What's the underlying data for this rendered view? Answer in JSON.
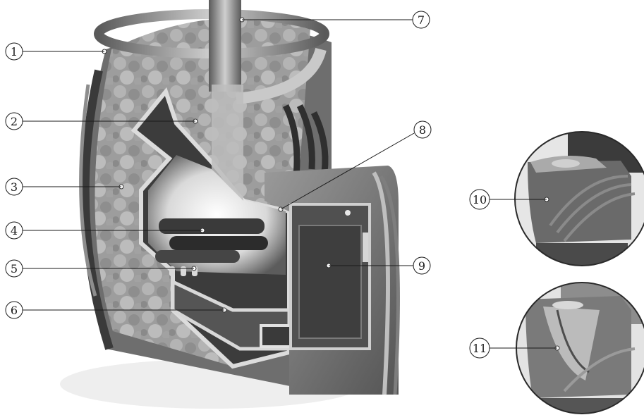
{
  "figure": {
    "subject": "sauna stove cutaway",
    "callouts": [
      {
        "id": "1",
        "label": "1"
      },
      {
        "id": "2",
        "label": "2"
      },
      {
        "id": "3",
        "label": "3"
      },
      {
        "id": "4",
        "label": "4"
      },
      {
        "id": "5",
        "label": "5"
      },
      {
        "id": "6",
        "label": "6"
      },
      {
        "id": "7",
        "label": "7"
      },
      {
        "id": "8",
        "label": "8"
      },
      {
        "id": "9",
        "label": "9"
      },
      {
        "id": "10",
        "label": "10"
      },
      {
        "id": "11",
        "label": "11"
      }
    ]
  },
  "colors": {
    "background": "#ffffff",
    "steel_dark": "#4a4a4a",
    "steel_mid": "#8a8a8a",
    "steel_light": "#d6d6d6",
    "stones": "#a9a9a9",
    "fire": "#efefef"
  }
}
